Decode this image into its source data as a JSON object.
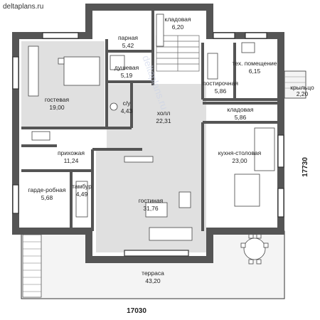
{
  "site": "deltaplans.ru",
  "watermark": "deltaplans.ru",
  "dimensions": {
    "width": "17030",
    "height": "17730"
  },
  "rooms": {
    "pantry_top": {
      "name": "кладовая",
      "area": "6,20"
    },
    "steam": {
      "name": "парная",
      "area": "5,42"
    },
    "shower": {
      "name": "душевая",
      "area": "5,19"
    },
    "guest": {
      "name": "гостевая",
      "area": "19,00"
    },
    "wc": {
      "name": "с/у",
      "area": "4,43"
    },
    "hall": {
      "name": "холл",
      "area": "22,31"
    },
    "laundry": {
      "name": "постирочная",
      "area": "5,86"
    },
    "tech": {
      "name": "тех. помещение",
      "area": "6,15"
    },
    "porch": {
      "name": "крыльцо",
      "area": "2,20"
    },
    "pantry_right": {
      "name": "кладовая",
      "area": "5,86"
    },
    "entry": {
      "name": "прихожая",
      "area": "11,24"
    },
    "kitchen": {
      "name": "кухня-столовая",
      "area": "23,00"
    },
    "wardrobe": {
      "name": "гарде-робная",
      "area": "5,68"
    },
    "vestibule": {
      "name": "тамбур",
      "area": "4,49"
    },
    "living": {
      "name": "гостиная",
      "area": "31,76"
    },
    "terrace": {
      "name": "терраса",
      "area": "43,20"
    }
  }
}
